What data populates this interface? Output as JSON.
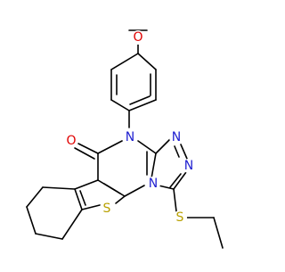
{
  "molecule": {
    "atoms": {
      "oxygen_carbonyl": "O",
      "oxygen_methoxy": "O",
      "nitrogen_4": "N",
      "nitrogen_triazole_a": "N",
      "nitrogen_triazole_b": "N",
      "nitrogen_triazole_c": "N",
      "sulfur_thiophene": "S",
      "sulfur_ethylthio": "S"
    },
    "colors": {
      "carbon": "#000000",
      "nitrogen": "#1f1fd0",
      "oxygen": "#e00000",
      "sulfur": "#b8a000"
    }
  }
}
